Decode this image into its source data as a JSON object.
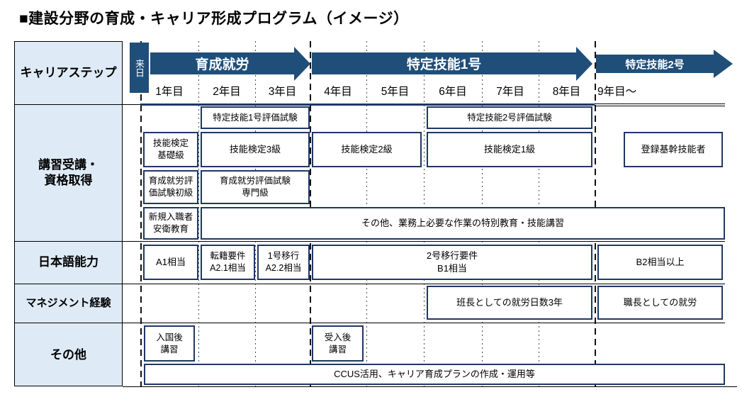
{
  "title": "■建設分野の育成・キャリア形成プログラム（イメージ）",
  "colors": {
    "accent_blue": "#1F4E79",
    "border_navy": "#1F3864",
    "label_bg": "#DEEBF7"
  },
  "row_labels": {
    "career_step": "キャリアステップ",
    "training": "講習受講・\n資格取得",
    "japanese": "日本語能力",
    "management": "マネジメント経験",
    "other": "その他"
  },
  "timeline": {
    "arrival": "来日",
    "phases": [
      {
        "label": "育成就労"
      },
      {
        "label": "特定技能1号"
      },
      {
        "label": "特定技能2号"
      }
    ],
    "years": [
      "1年目",
      "2年目",
      "3年目",
      "4年目",
      "5年目",
      "6年目",
      "7年目",
      "8年目",
      "9年目～"
    ]
  },
  "boxes": {
    "exam_ss1": "特定技能1号評価試験",
    "exam_ss2": "特定技能2号評価試験",
    "kentei_basic": "技能検定\n基礎級",
    "kentei_3": "技能検定3級",
    "kentei_2": "技能検定2級",
    "kentei_1": "技能検定1級",
    "kikan_ginosha": "登録基幹技能者",
    "ikusei_exam_beginner": "育成就労評\n価試験初級",
    "ikusei_exam_senmon": "育成就労評価試験\n専門級",
    "shinki_anei": "新規入職者\n安衛教育",
    "tokubetsu_kyoiku": "その他、業務上必要な作業の特別教育・技能講習",
    "jp_a1": "A1相当",
    "jp_a21": "転籍要件\nA2.1相当",
    "jp_a22": "1号移行\nA2.2相当",
    "jp_b1": "2号移行要件\nB1相当",
    "jp_b2": "B2相当以上",
    "hancho": "班長としての就労日数3年",
    "shokucho": "職長としての就労",
    "nyukokugo_kosyu": "入国後\n講習",
    "ukeirego_kosyu": "受入後\n講習",
    "ccus": "CCUS活用、キャリア育成プランの作成・運用等"
  }
}
